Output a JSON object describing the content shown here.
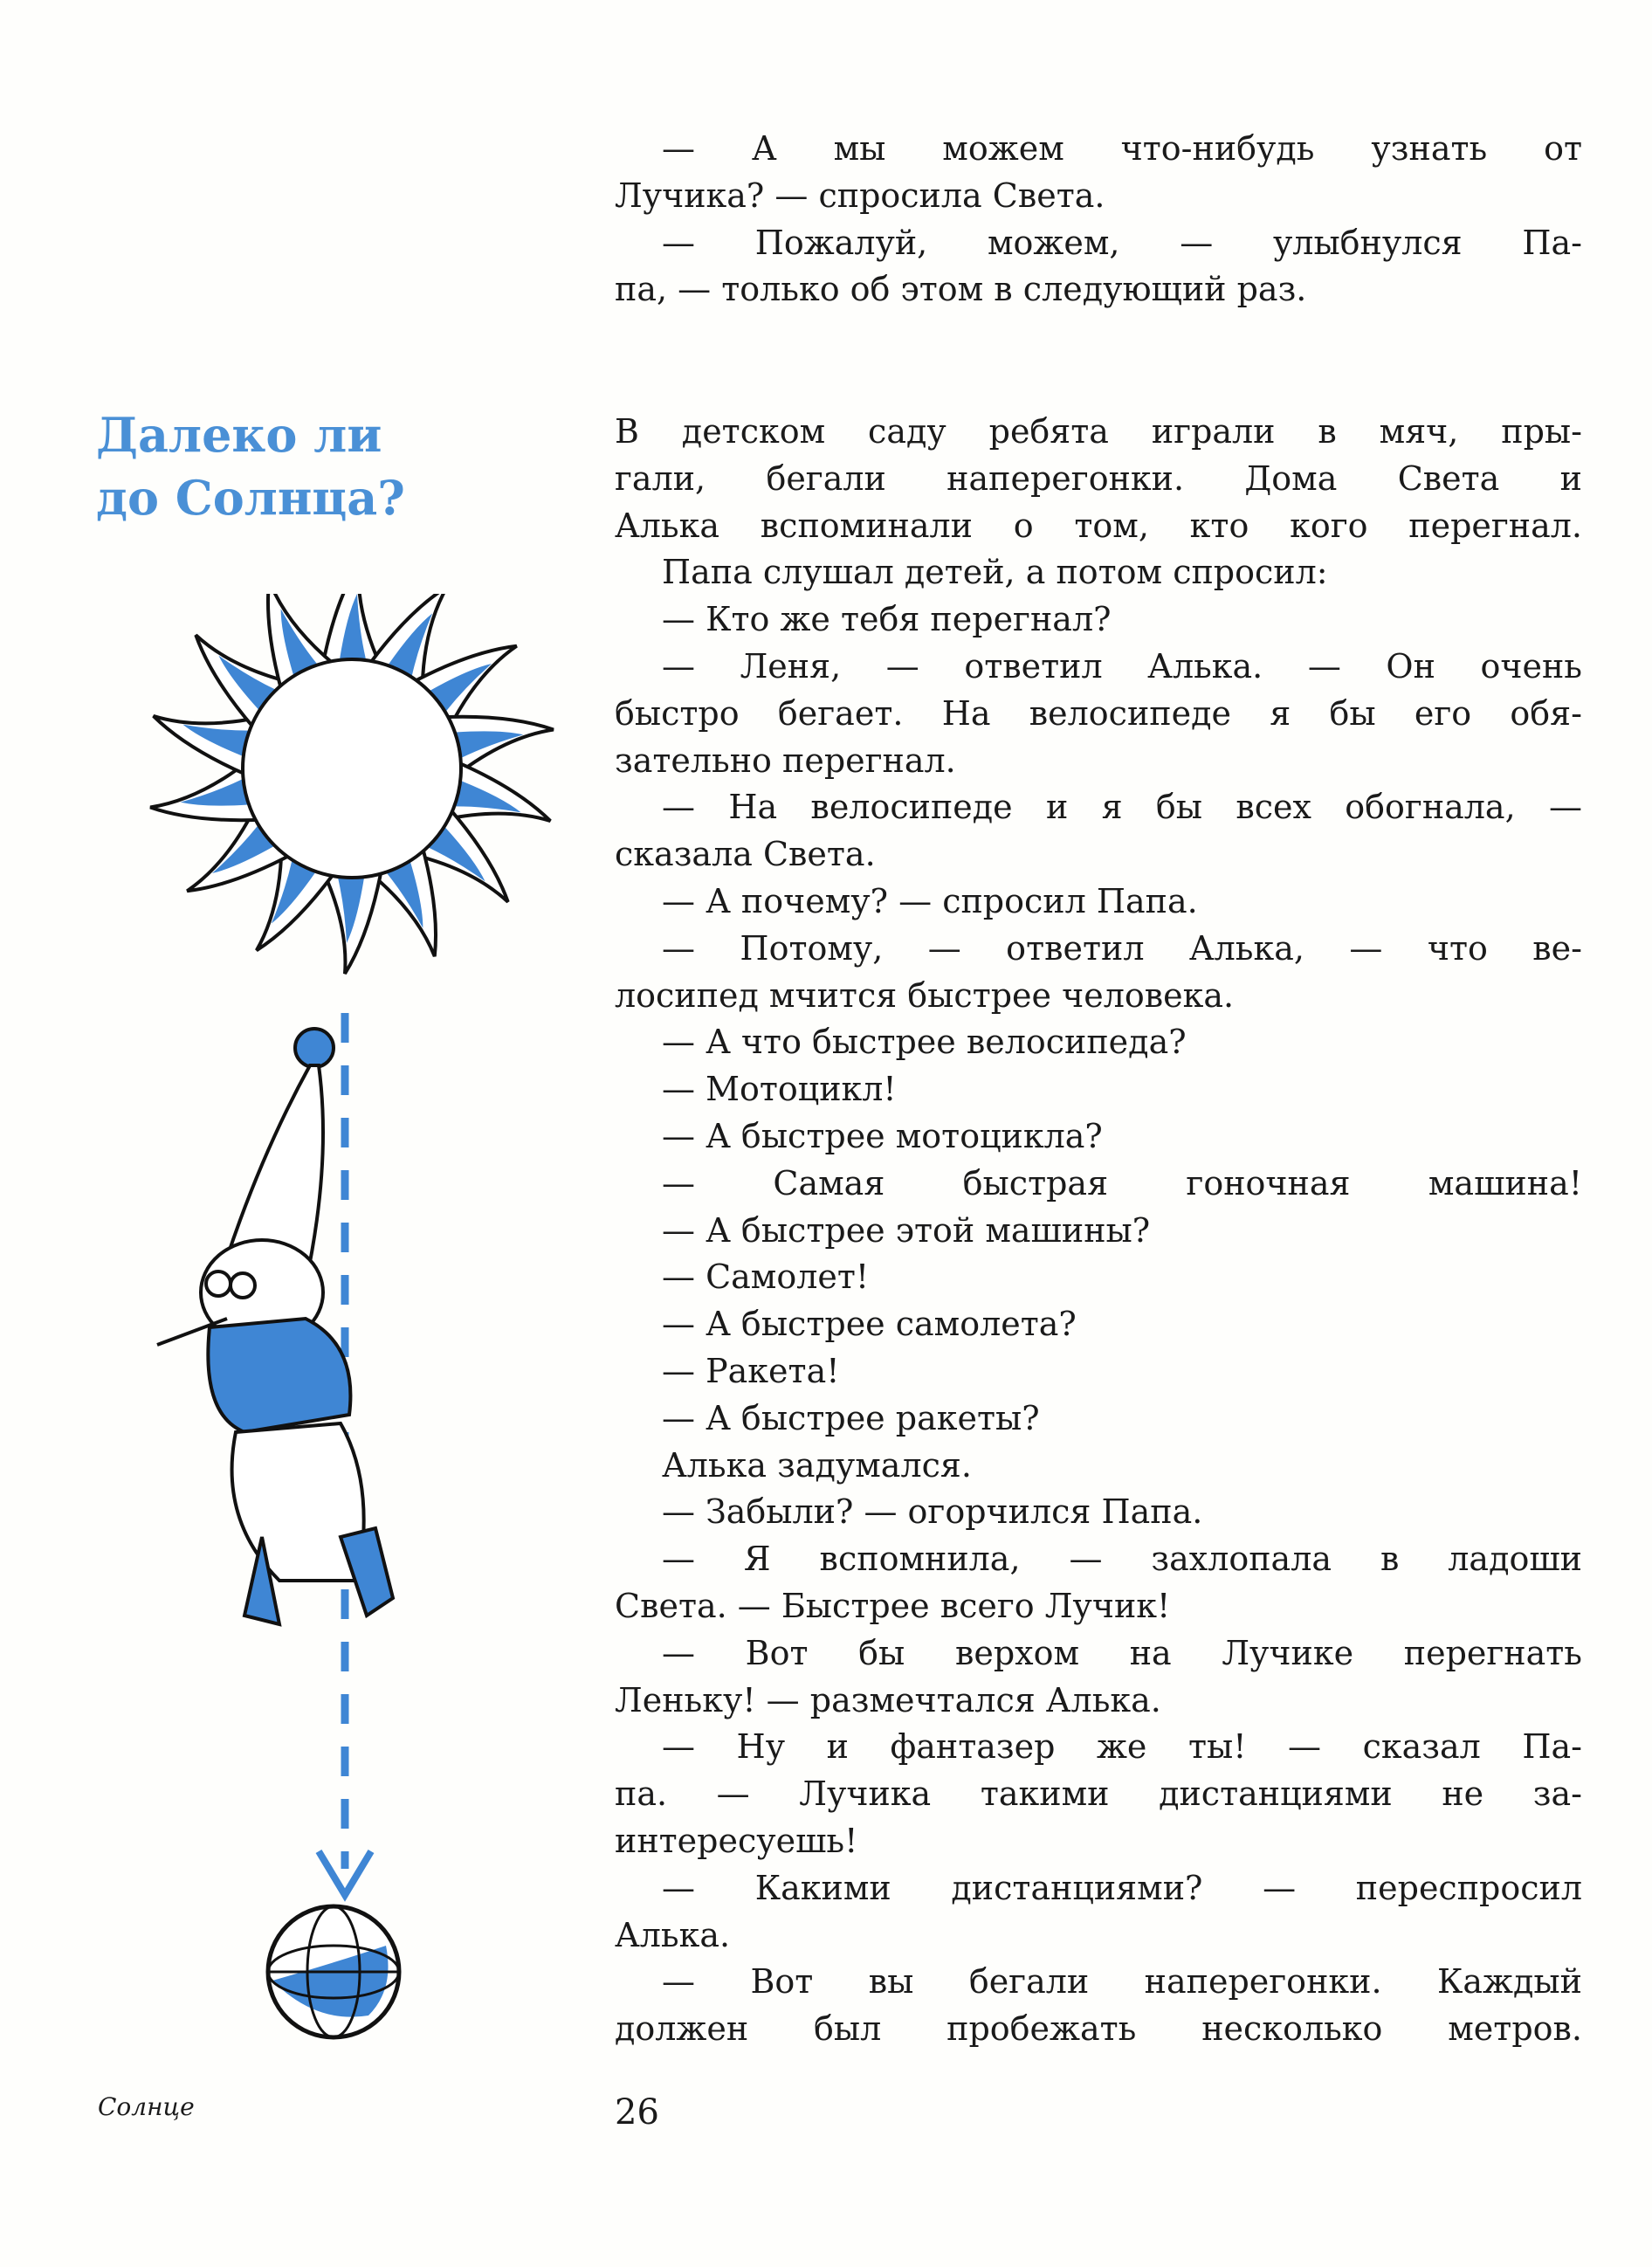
{
  "top_lines": [
    {
      "t": "— А мы можем что-нибудь узнать от",
      "i": true,
      "j": true
    },
    {
      "t": "Лучика? — спросила Света.",
      "i": false,
      "j": false
    },
    {
      "t": "— Пожалуй, можем, — улыбнулся Па-",
      "i": true,
      "j": true
    },
    {
      "t": "па, — только об этом в следующий раз.",
      "i": false,
      "j": false
    }
  ],
  "heading": [
    "Далеко ли",
    "до Солнца?"
  ],
  "body_lines": [
    {
      "t": "В детском саду ребята играли в мяч, пры-",
      "i": false,
      "j": true
    },
    {
      "t": "гали, бегали наперегонки. Дома Света и",
      "i": false,
      "j": true
    },
    {
      "t": "Алька вспоминали о том, кто кого перегнал.",
      "i": false,
      "j": true
    },
    {
      "t": "Папа слушал детей, а потом спросил:",
      "i": true,
      "j": false
    },
    {
      "t": "— Кто же тебя перегнал?",
      "i": true,
      "j": false
    },
    {
      "t": "— Леня, — ответил Алька. — Он очень",
      "i": true,
      "j": true
    },
    {
      "t": "быстро бегает. На велосипеде я бы его обя-",
      "i": false,
      "j": true
    },
    {
      "t": "зательно перегнал.",
      "i": false,
      "j": false
    },
    {
      "t": "— На велосипеде и я бы всех обогнала, —",
      "i": true,
      "j": true
    },
    {
      "t": "сказала Света.",
      "i": false,
      "j": false
    },
    {
      "t": "— А почему? — спросил Папа.",
      "i": true,
      "j": false
    },
    {
      "t": "— Потому, — ответил Алька, — что ве-",
      "i": true,
      "j": true
    },
    {
      "t": "лосипед мчится быстрее человека.",
      "i": false,
      "j": false
    },
    {
      "t": "— А что быстрее велосипеда?",
      "i": true,
      "j": false
    },
    {
      "t": "— Мотоцикл!",
      "i": true,
      "j": false
    },
    {
      "t": "— А быстрее мотоцикла?",
      "i": true,
      "j": false
    },
    {
      "t": "— Самая быстрая гоночная машина!",
      "i": true,
      "j": true
    },
    {
      "t": "— А быстрее этой машины?",
      "i": true,
      "j": false
    },
    {
      "t": "— Самолет!",
      "i": true,
      "j": false
    },
    {
      "t": "— А быстрее самолета?",
      "i": true,
      "j": false
    },
    {
      "t": "— Ракета!",
      "i": true,
      "j": false
    },
    {
      "t": "— А быстрее ракеты?",
      "i": true,
      "j": false
    },
    {
      "t": "Алька задумался.",
      "i": true,
      "j": false
    },
    {
      "t": "— Забыли? — огорчился Папа.",
      "i": true,
      "j": false
    },
    {
      "t": "— Я вспомнила, — захлопала в ладоши",
      "i": true,
      "j": true
    },
    {
      "t": "Света. — Быстрее всего Лучик!",
      "i": false,
      "j": false
    },
    {
      "t": "— Вот бы верхом на Лучике перегнать",
      "i": true,
      "j": true
    },
    {
      "t": "Леньку! — размечтался Алька.",
      "i": false,
      "j": false
    },
    {
      "t": "— Ну и фантазер же ты! — сказал Па-",
      "i": true,
      "j": true
    },
    {
      "t": "па. — Лучика такими дистанциями не за-",
      "i": false,
      "j": true
    },
    {
      "t": "интересуешь!",
      "i": false,
      "j": false
    },
    {
      "t": "— Какими дистанциями? — переспросил",
      "i": true,
      "j": true
    },
    {
      "t": "Алька.",
      "i": false,
      "j": false
    },
    {
      "t": "— Вот вы бегали наперегонки. Каждый",
      "i": true,
      "j": true
    },
    {
      "t": "должен был пробежать несколько метров.",
      "i": false,
      "j": true
    }
  ],
  "caption": "Солнце",
  "page_number": "26",
  "colors": {
    "accent": "#4a90d6",
    "illustration_blue": "#3f86d4"
  }
}
